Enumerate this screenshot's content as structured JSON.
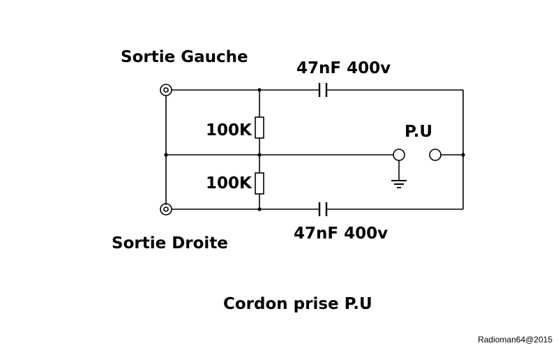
{
  "labels": {
    "left_out": "Sortie Gauche",
    "right_out": "Sortie Droite",
    "cap_top": "47nF 400v",
    "cap_bottom": "47nF 400v",
    "res_top": "100K",
    "res_bottom": "100K",
    "pu": "P.U",
    "title": "Cordon prise P.U",
    "credit": "Radioman64@2015"
  },
  "colors": {
    "line": "#000000",
    "background": "#ffffff"
  }
}
